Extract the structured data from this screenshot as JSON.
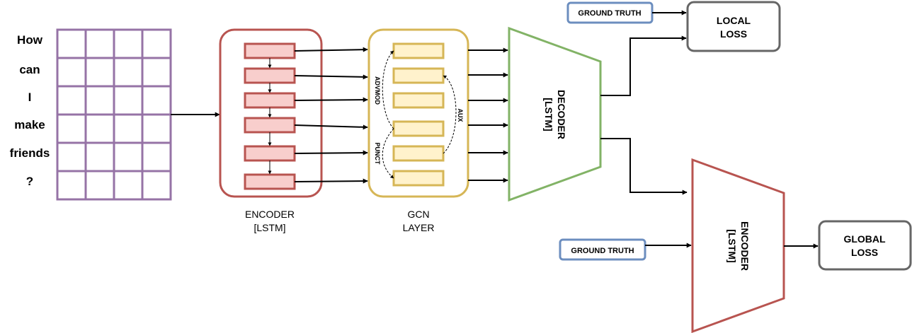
{
  "input_words": [
    "How",
    "can",
    "I",
    "make",
    "friends",
    "?"
  ],
  "encoder_label": {
    "line1": "ENCODER",
    "line2": "[LSTM]"
  },
  "gcn_label": {
    "line1": "GCN",
    "line2": "LAYER"
  },
  "gcn_edges": {
    "advmod": "ADVMOD",
    "punct": "PUNCT",
    "aux": "AUX"
  },
  "decoder_label": {
    "line1": "DECODER",
    "line2": "[LSTM]"
  },
  "encoder2_label": {
    "line1": "ENCODER",
    "line2": "[LSTM]"
  },
  "ground_truth_top": "GROUND TRUTH",
  "ground_truth_bottom": "GROUND TRUTH",
  "local_loss": {
    "line1": "LOCAL",
    "line2": "LOSS"
  },
  "global_loss": {
    "line1": "GLOBAL",
    "line2": "LOSS"
  },
  "colors": {
    "grid": "#9673a6",
    "encoder_border": "#b85450",
    "lstm_cell_fill": "#f8cecc",
    "gcn_border": "#d6b656",
    "gcn_cell_fill": "#fff2cc",
    "decoder_border": "#82b366",
    "ground_truth_border": "#6c8ebf",
    "loss_border": "#666666"
  }
}
